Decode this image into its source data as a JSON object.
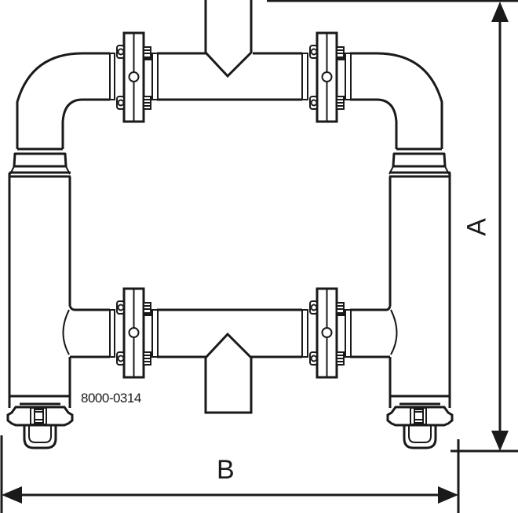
{
  "drawing": {
    "type": "technical line drawing",
    "subject": "sanitary pipe manifold / U-bend assembly with flanged connections, tee inlet and outlet, two support feet",
    "part_number": "8000-0314",
    "colors": {
      "line": "#1a1a1a",
      "background": "#ffffff"
    }
  },
  "dimensions": {
    "height_label": "A",
    "width_label": "B"
  },
  "components": {
    "top_inlet": "tee-inlet-top",
    "bottom_outlet": "tee-outlet-bottom",
    "flanges": [
      "flange-top-left",
      "flange-top-right",
      "flange-bottom-left",
      "flange-bottom-right"
    ],
    "elbows": [
      "elbow-top-left",
      "elbow-top-right"
    ],
    "columns": [
      "column-left",
      "column-right"
    ],
    "feet": [
      "foot-left",
      "foot-right"
    ]
  }
}
